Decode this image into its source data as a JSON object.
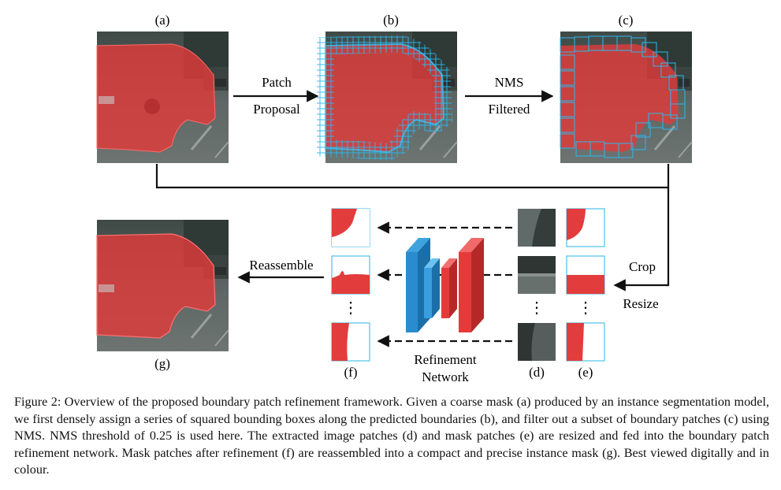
{
  "panels": {
    "a": "(a)",
    "b": "(b)",
    "c": "(c)",
    "d": "(d)",
    "e": "(e)",
    "f": "(f)",
    "g": "(g)"
  },
  "arrows": {
    "patch_proposal": [
      "Patch",
      "Proposal"
    ],
    "nms_filtered": [
      "NMS",
      "Filtered"
    ],
    "crop_resize": [
      "Crop",
      "Resize"
    ],
    "reassemble": "Reassemble"
  },
  "network_label": [
    "Refinement",
    "Network"
  ],
  "ellipsis": "⋮",
  "caption": "Figure 2: Overview of the proposed boundary patch refinement framework. Given a coarse mask (a) produced by an instance segmentation model, we first densely assign a series of squared bounding boxes along the predicted boundaries (b), and filter out a subset of boundary patches (c) using NMS. NMS threshold of 0.25 is used here. The extracted image patches (d) and mask patches (e) are resized and fed into the boundary patch refinement network. Mask patches after refinement (f) are reassembled into a compact and precise instance mask (g). Best viewed digitally and in colour.",
  "colors": {
    "mask_red": "#e03a3a",
    "box_cyan": "#29b6e8",
    "net_blue": "#1f7fc0",
    "net_red": "#e63a3a",
    "road": "#5b6360"
  }
}
